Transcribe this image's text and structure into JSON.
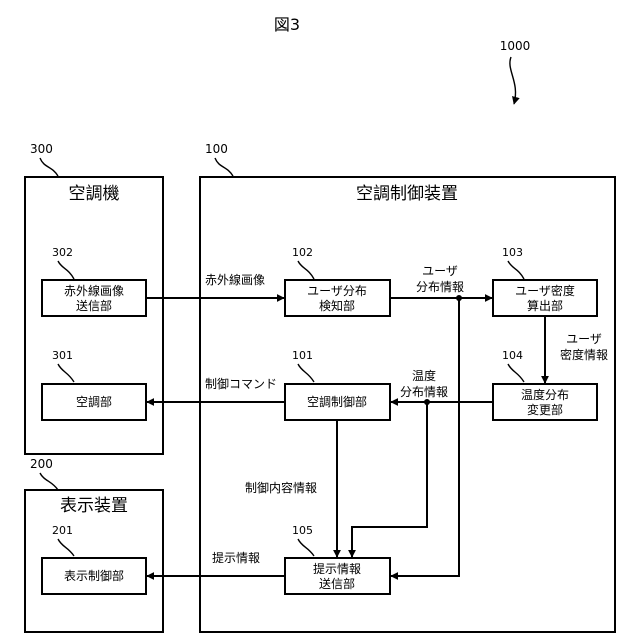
{
  "figure_title": "図3",
  "system_ref": "1000",
  "colors": {
    "line": "#000000",
    "background": "#ffffff"
  },
  "units": {
    "aircon": {
      "ref": "300",
      "title": "空調機"
    },
    "controller": {
      "ref": "100",
      "title": "空調制御装置"
    },
    "display": {
      "ref": "200",
      "title": "表示装置"
    }
  },
  "blocks": {
    "b302": {
      "ref": "302",
      "lines": [
        "赤外線画像",
        "送信部"
      ]
    },
    "b301": {
      "ref": "301",
      "lines": [
        "空調部"
      ]
    },
    "b102": {
      "ref": "102",
      "lines": [
        "ユーザ分布",
        "検知部"
      ]
    },
    "b103": {
      "ref": "103",
      "lines": [
        "ユーザ密度",
        "算出部"
      ]
    },
    "b101": {
      "ref": "101",
      "lines": [
        "空調制御部"
      ]
    },
    "b104": {
      "ref": "104",
      "lines": [
        "温度分布",
        "変更部"
      ]
    },
    "b105": {
      "ref": "105",
      "lines": [
        "提示情報",
        "送信部"
      ]
    },
    "b201": {
      "ref": "201",
      "lines": [
        "表示制御部"
      ]
    }
  },
  "signals": {
    "infrared_image": "赤外線画像",
    "user_distribution": [
      "ユーザ",
      "分布情報"
    ],
    "user_density": [
      "ユーザ",
      "密度情報"
    ],
    "temperature_distribution": [
      "温度",
      "分布情報"
    ],
    "control_command": "制御コマンド",
    "control_content": "制御内容情報",
    "presentation_info": "提示情報"
  }
}
